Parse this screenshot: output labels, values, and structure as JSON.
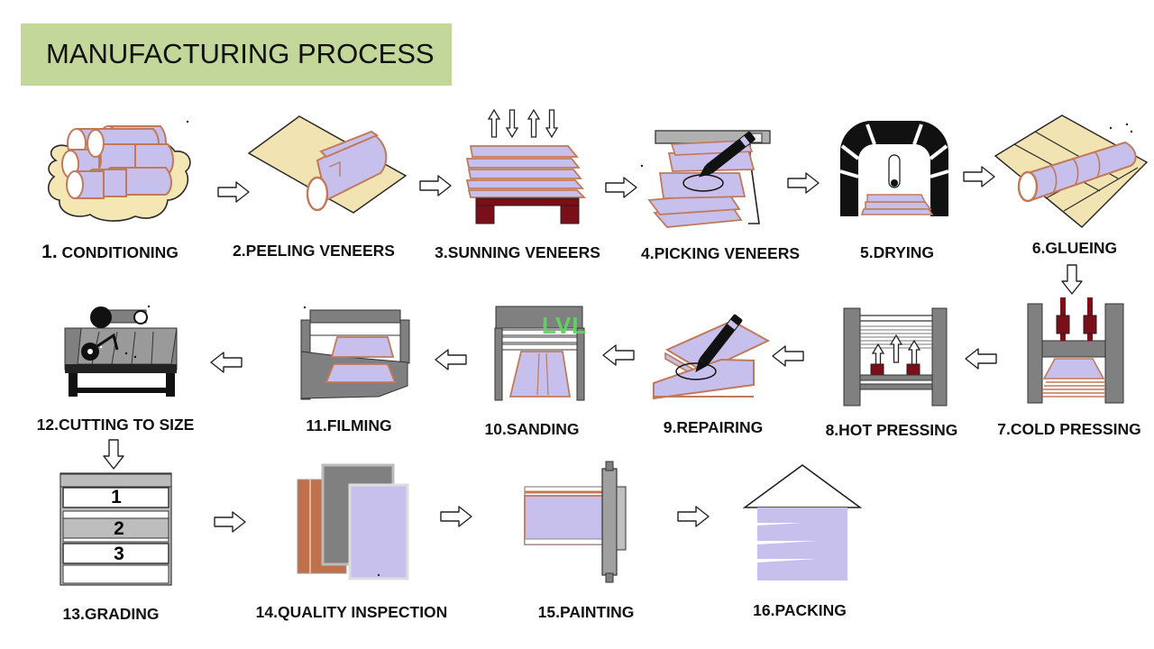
{
  "title": "MANUFACTURING PROCESS",
  "watermark": "LVL",
  "steps": {
    "s1": {
      "num": "1.",
      "label": "CONDITIONING"
    },
    "s2": {
      "label": "2.PEELING VENEERS"
    },
    "s3": {
      "label": "3.SUNNING VENEERS"
    },
    "s4": {
      "label": "4.PICKING VENEERS"
    },
    "s5": {
      "label": "5.DRYING"
    },
    "s6": {
      "label": "6.GLUEING"
    },
    "s7": {
      "label": "7.COLD PRESSING"
    },
    "s8": {
      "label": "8.HOT PRESSING"
    },
    "s9": {
      "label": "9.REPAIRING"
    },
    "s10": {
      "label": "10.SANDING"
    },
    "s11": {
      "label": "11.FILMING"
    },
    "s12": {
      "label": "12.CUTTING TO SIZE"
    },
    "s13": {
      "label": "13.GRADING"
    },
    "s14": {
      "label": "14.QUALITY INSPECTION"
    },
    "s15": {
      "label": "15.PAINTING"
    },
    "s16": {
      "label": "16.PACKING"
    }
  },
  "grades": [
    "1",
    "2",
    "3"
  ],
  "colors": {
    "title_bg": "#c4d79b",
    "veneer": "#c8c0ec",
    "veneer_edge": "#c07a5a",
    "log_core": "#f2e6bd",
    "board_tan": "#f2e3b3",
    "dark_red": "#7a0f1a",
    "gray": "#808080"
  }
}
